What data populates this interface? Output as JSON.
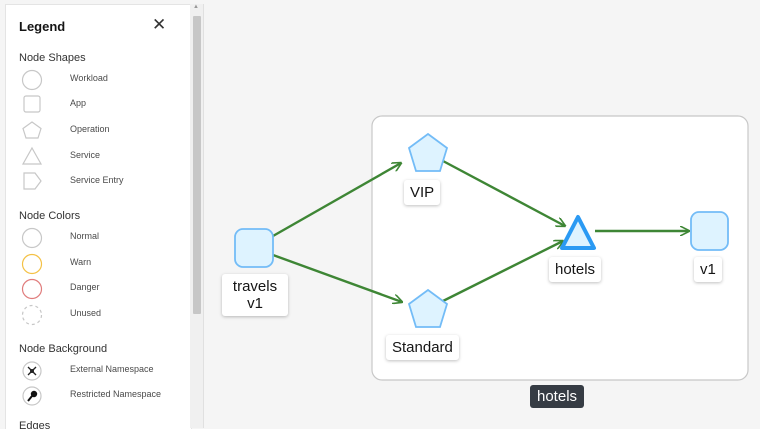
{
  "legend": {
    "title": "Legend",
    "close_icon": "close-icon",
    "sections": {
      "shapes": {
        "title": "Node Shapes",
        "items": [
          "Workload",
          "App",
          "Operation",
          "Service",
          "Service Entry"
        ]
      },
      "colors": {
        "title": "Node Colors",
        "items": [
          "Normal",
          "Warn",
          "Danger",
          "Unused"
        ],
        "swatches": [
          "#c7c7c7",
          "#f0ab00",
          "#c9190b",
          "#c7c7c7"
        ]
      },
      "background": {
        "title": "Node Background",
        "items": [
          "External Namespace",
          "Restricted Namespace"
        ]
      },
      "edges": {
        "title": "Edges",
        "partially_visible": true
      }
    }
  },
  "graph": {
    "edge_color": "#3e8635",
    "node_fill": "#def3ff",
    "node_stroke": "#73bcf7",
    "nodes": {
      "travels": {
        "line1": "travels",
        "line2": "v1",
        "shape": "app"
      },
      "vip": {
        "label": "VIP",
        "shape": "operation"
      },
      "standard": {
        "label": "Standard",
        "shape": "operation"
      },
      "hotels": {
        "label": "hotels",
        "shape": "service"
      },
      "v1": {
        "label": "v1",
        "shape": "app"
      }
    },
    "group": {
      "label": "hotels"
    }
  }
}
